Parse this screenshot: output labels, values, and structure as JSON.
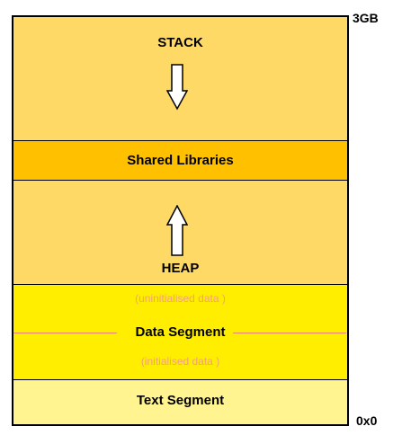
{
  "segments": {
    "stack": "STACK",
    "shared_libraries": "Shared Libraries",
    "heap": "HEAP",
    "data_segment": "Data Segment",
    "uninitialised_note": "(uninitialised data )",
    "initialised_note": "(initialised data )",
    "text_segment": "Text Segment"
  },
  "addresses": {
    "top": "3GB",
    "bottom": "0x0"
  },
  "arrows": {
    "stack_growth": "down",
    "heap_growth": "up"
  },
  "colors": {
    "stack": "#ffd966",
    "shared_libraries": "#ffc000",
    "heap": "#ffd966",
    "data_segment": "#ffee00",
    "text_segment": "#fff48f",
    "note_text": "#f4a07a",
    "divider": "#f08070"
  }
}
